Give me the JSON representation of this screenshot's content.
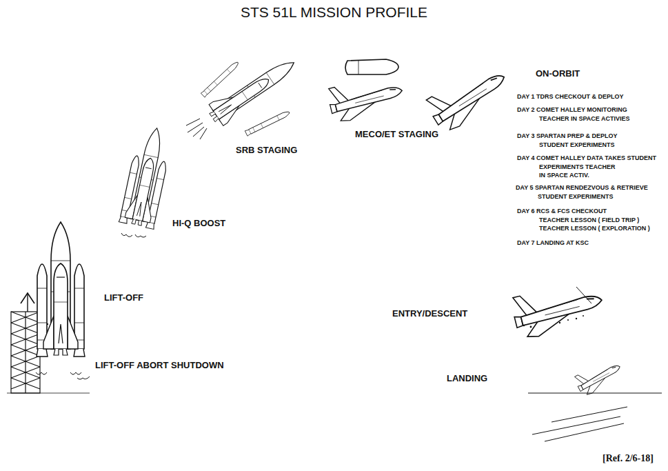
{
  "diagram": {
    "title": "STS 51L MISSION PROFILE",
    "labels": [
      "ON-ORBIT",
      "DAY 1 TDRS CHECKOUT & DEPLOY",
      "DAY 2 COMET HALLEY MONITORING TEACHER IN SPACE ACTIVIES",
      "DAY 3 SPARTAN PREP & DEPLOY STUDENT EXPERIMENTS",
      "DAY 4 COMET HALLEY DATA TAKES STUDENT EXPERIMENTS TEACHER IN SPACE ACTIV.",
      "DAY 5 SPARTAN RENDEZVOUS & RETRIEVE STUDENT EXPERIMENTS",
      "DAY 6 RCS & FCS CHECKOUT TEACHER LESSON ( FIELD TRIP ) TEACHER LESSON ( EXPLORATION )",
      "DAY 7 LANDING AT KSC",
      "MECO/ET STAGING",
      "SRB STAGING",
      "HI-Q BOOST",
      "LIFT-OFF",
      "LIFT-OFF ABORT SHUTDOWN",
      "ENTRY/DESCENT",
      "LANDING",
      "[Ref. 2/6-18]"
    ]
  }
}
